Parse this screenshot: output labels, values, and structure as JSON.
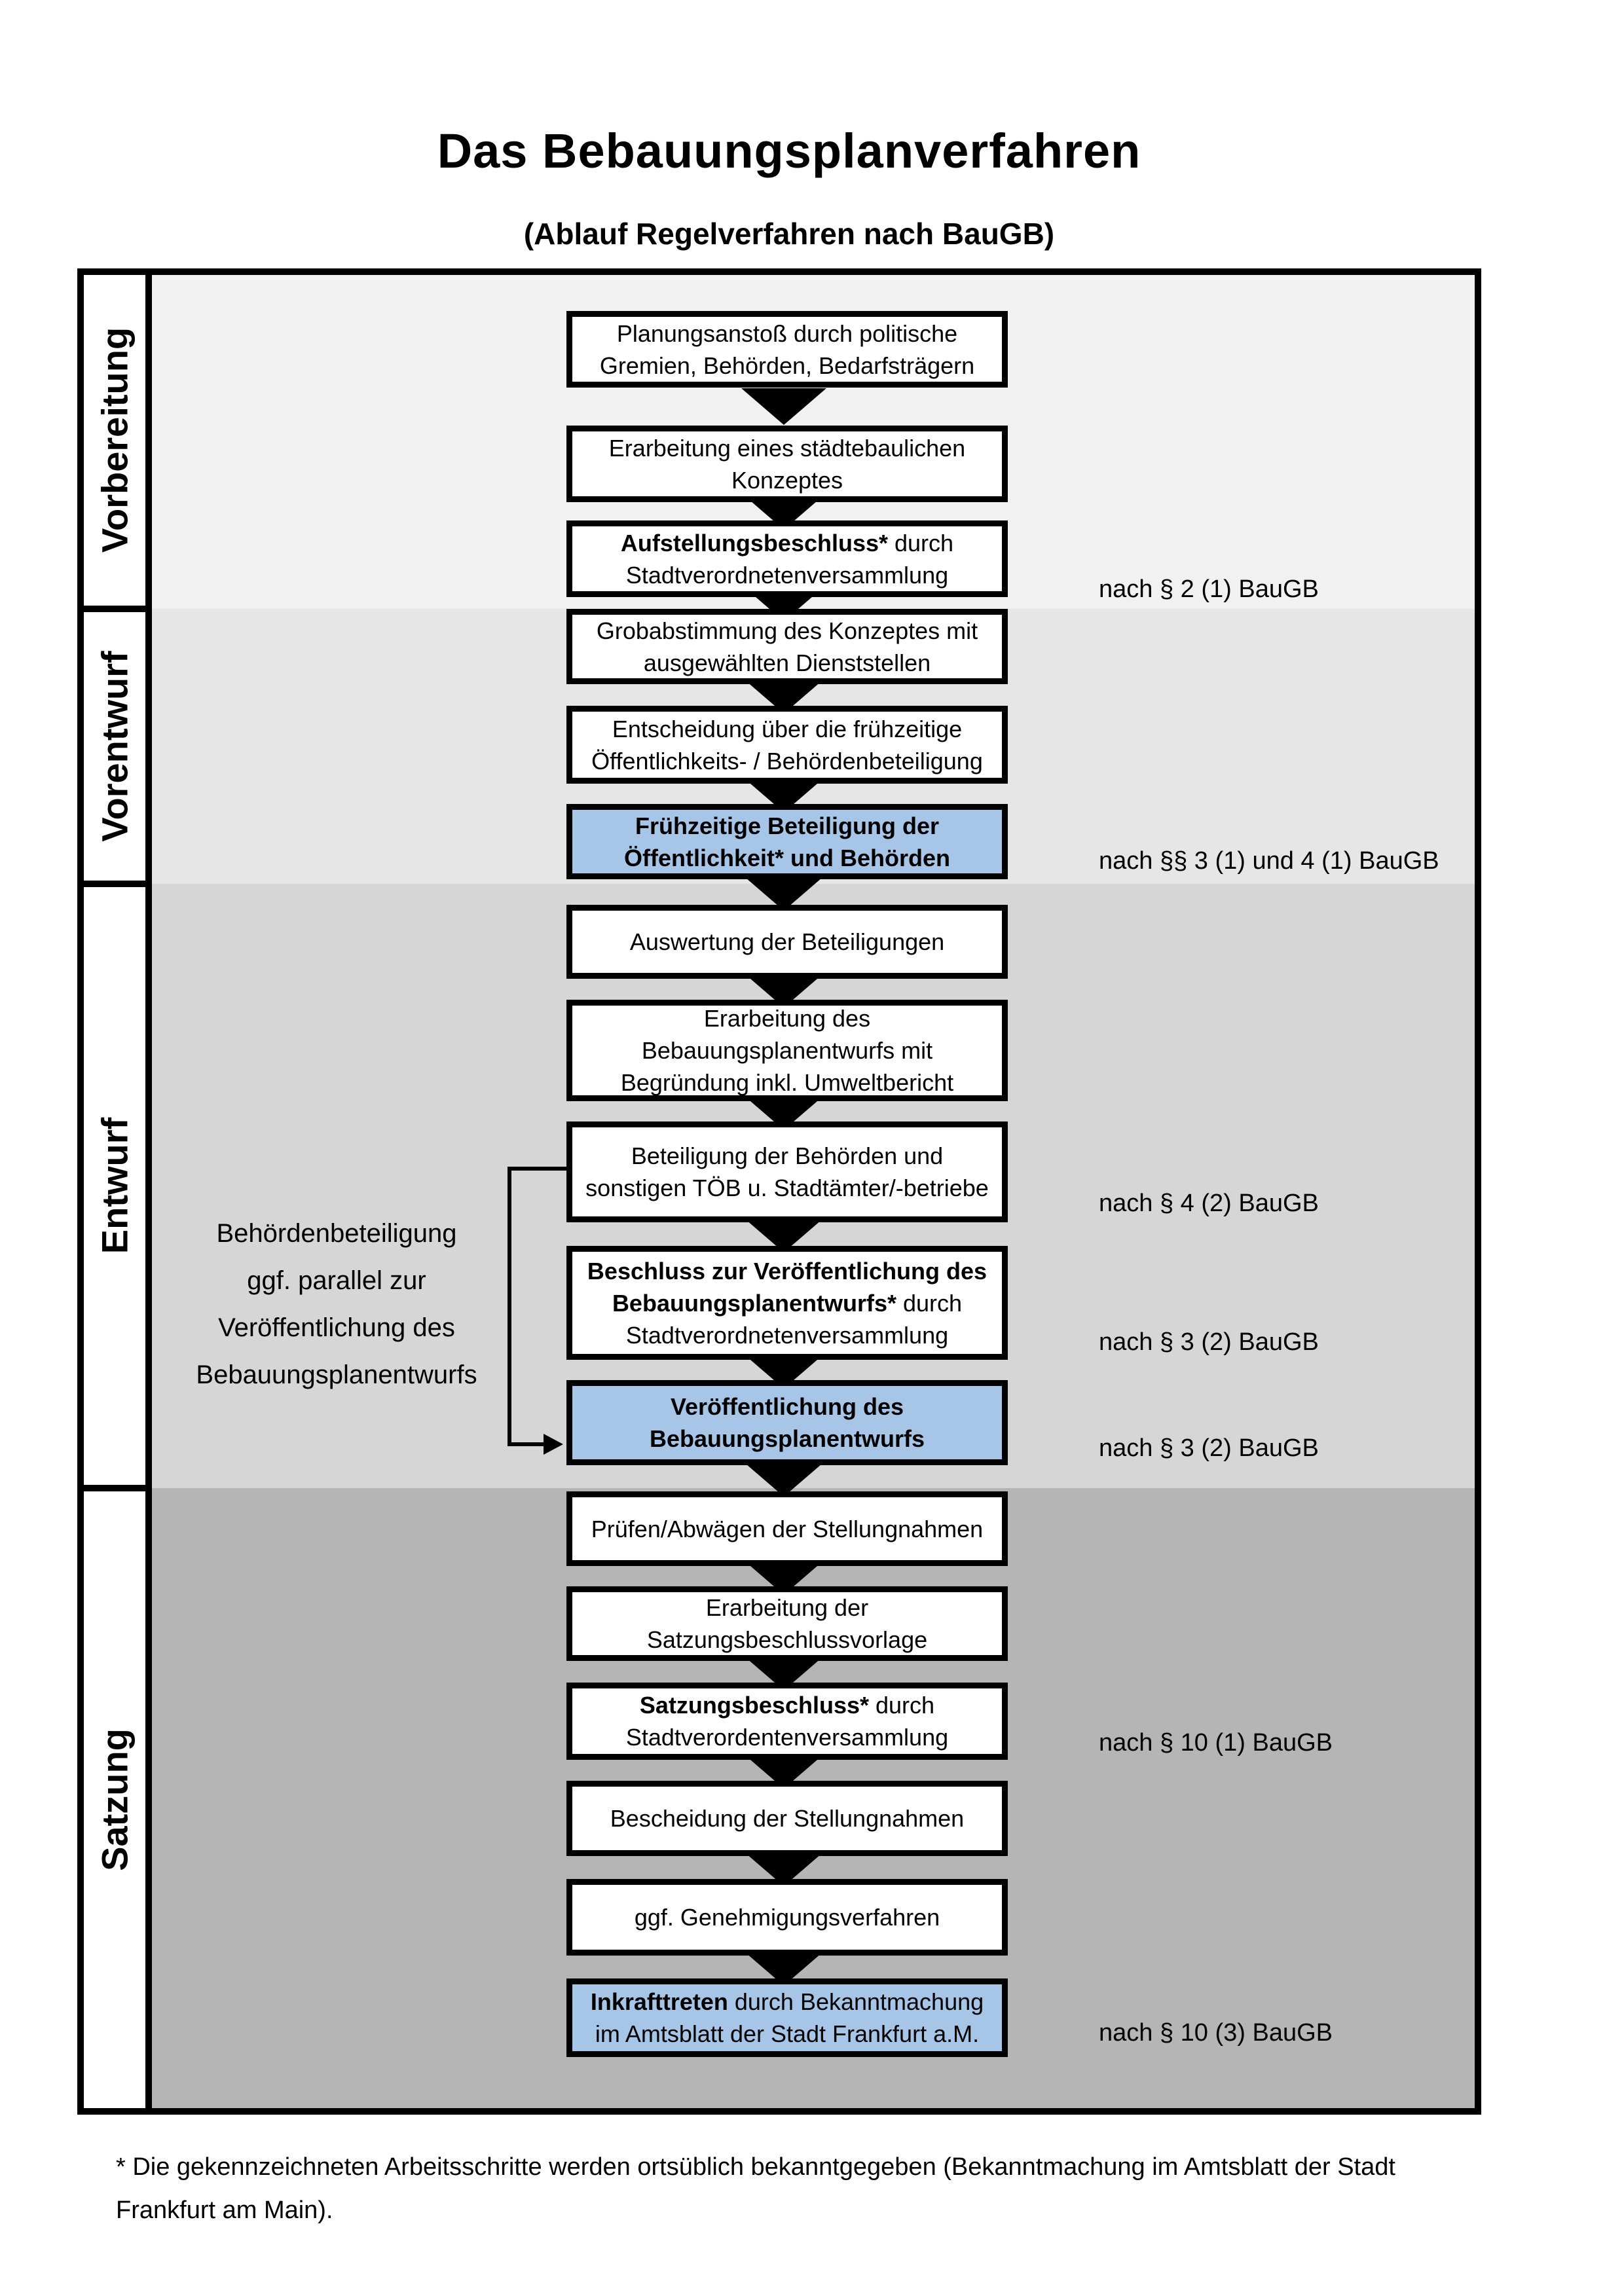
{
  "title": "Das Bebauungsplanverfahren",
  "subtitle": "(Ablauf Regelverfahren nach BauGB)",
  "phases": [
    {
      "label": "Vorbereitung"
    },
    {
      "label": "Vorentwurf"
    },
    {
      "label": "Entwurf"
    },
    {
      "label": "Satzung"
    }
  ],
  "steps": [
    {
      "lines": [
        [
          {
            "t": "Planungsanstoß durch politische"
          }
        ],
        [
          {
            "t": "Gremien, Behörden, Bedarfsträgern"
          }
        ]
      ]
    },
    {
      "lines": [
        [
          {
            "t": "Erarbeitung eines städtebaulichen"
          }
        ],
        [
          {
            "t": "Konzeptes"
          }
        ]
      ]
    },
    {
      "lines": [
        [
          {
            "t": "Aufstellungsbeschluss*",
            "b": 1
          },
          {
            "t": " durch"
          }
        ],
        [
          {
            "t": "Stadtverordnetenversammlung"
          }
        ]
      ],
      "note": "nach § 2 (1) BauGB"
    },
    {
      "lines": [
        [
          {
            "t": "Grobabstimmung des Konzeptes mit"
          }
        ],
        [
          {
            "t": "ausgewählten Dienststellen"
          }
        ]
      ]
    },
    {
      "lines": [
        [
          {
            "t": "Entscheidung über die frühzeitige"
          }
        ],
        [
          {
            "t": "Öffentlichkeits- / Behördenbeteiligung"
          }
        ]
      ]
    },
    {
      "highlight": 1,
      "lines": [
        [
          {
            "t": "Frühzeitige Beteiligung der",
            "b": 1
          }
        ],
        [
          {
            "t": "Öffentlichkeit* und Behörden",
            "b": 1
          }
        ]
      ],
      "note": "nach §§ 3 (1) und 4 (1) BauGB"
    },
    {
      "lines": [
        [
          {
            "t": "Auswertung der Beteiligungen"
          }
        ]
      ]
    },
    {
      "lines": [
        [
          {
            "t": "Erarbeitung des"
          }
        ],
        [
          {
            "t": "Bebauungsplanentwurfs mit"
          }
        ],
        [
          {
            "t": "Begründung inkl. Umweltbericht"
          }
        ]
      ]
    },
    {
      "lines": [
        [
          {
            "t": "Beteiligung der Behörden und"
          }
        ],
        [
          {
            "t": "sonstigen TÖB u. Stadtämter/-betriebe"
          }
        ]
      ],
      "note": "nach § 4 (2) BauGB"
    },
    {
      "lines": [
        [
          {
            "t": "Beschluss zur Veröffentlichung des",
            "b": 1
          }
        ],
        [
          {
            "t": "Bebauungsplanentwurfs*",
            "b": 1
          },
          {
            "t": " durch"
          }
        ],
        [
          {
            "t": "Stadtverordnetenversammlung"
          }
        ]
      ],
      "note": "nach § 3 (2) BauGB"
    },
    {
      "highlight": 1,
      "lines": [
        [
          {
            "t": "Veröffentlichung des",
            "b": 1
          }
        ],
        [
          {
            "t": "Bebauungsplanentwurfs",
            "b": 1
          }
        ]
      ],
      "note": "nach § 3 (2) BauGB"
    },
    {
      "lines": [
        [
          {
            "t": "Prüfen/Abwägen der Stellungnahmen"
          }
        ]
      ]
    },
    {
      "lines": [
        [
          {
            "t": "Erarbeitung der"
          }
        ],
        [
          {
            "t": "Satzungsbeschlussvorlage"
          }
        ]
      ]
    },
    {
      "lines": [
        [
          {
            "t": "Satzungsbeschluss*",
            "b": 1
          },
          {
            "t": " durch"
          }
        ],
        [
          {
            "t": "Stadtverordentenversammlung"
          }
        ]
      ],
      "note": "nach § 10 (1) BauGB"
    },
    {
      "lines": [
        [
          {
            "t": "Bescheidung der Stellungnahmen"
          }
        ]
      ]
    },
    {
      "lines": [
        [
          {
            "t": "ggf. Genehmigungsverfahren"
          }
        ]
      ]
    },
    {
      "highlight": 1,
      "lines": [
        [
          {
            "t": "Inkrafttreten",
            "b": 1
          },
          {
            "t": " durch Bekanntmachung"
          }
        ],
        [
          {
            "t": "im Amtsblatt der Stadt Frankfurt a.M."
          }
        ]
      ],
      "note": "nach § 10 (3) BauGB"
    }
  ],
  "side_note": {
    "lines": [
      "Behördenbeteiligung",
      "ggf. parallel zur",
      "Veröffentlichung des",
      "Bebauungsplanentwurfs"
    ]
  },
  "footnote": {
    "line1": "* Die gekennzeichneten Arbeitsschritte werden ortsüblich bekanntgegeben (Bekanntmachung im Amtsblatt  der Stadt",
    "line2": "Frankfurt am Main)."
  },
  "colors": {
    "highlight": "#a7c5e7",
    "phase_bg": [
      "#f1f1f1",
      "#e6e6e6",
      "#d6d6d6",
      "#b5b5b5"
    ],
    "line": "#000000"
  }
}
